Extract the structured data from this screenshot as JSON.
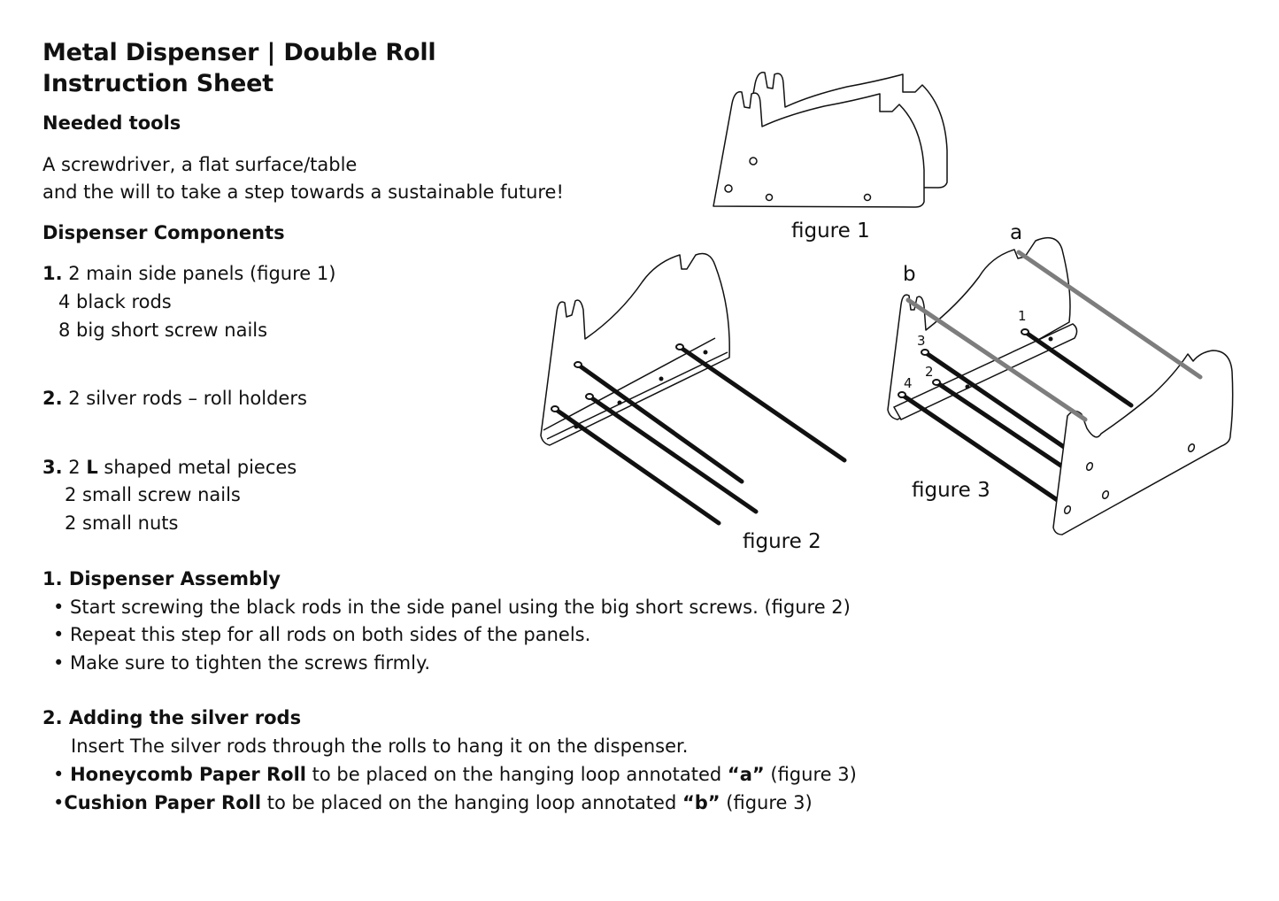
{
  "title_line1": "Metal Dispenser | Double Roll",
  "title_line2": "Instruction Sheet",
  "tools": {
    "heading": "Needed tools",
    "line1": "A screwdriver, a flat surface/table",
    "line2": "and the will to take a step towards a sustainable future!"
  },
  "components": {
    "heading": "Dispenser Components",
    "g1": {
      "num": "1.",
      "first": " 2 main side panels (figure 1)",
      "l2": "4 black rods",
      "l3": "8 big short screw nails"
    },
    "g2": {
      "num": "2.",
      "first": " 2 silver rods – roll holders"
    },
    "g3": {
      "num": "3.",
      "pre": " 2 ",
      "bold": "L",
      "post": " shaped metal pieces",
      "l2": "2 small screw nails",
      "l3": "2 small nuts"
    }
  },
  "assembly": {
    "heading": "1. Dispenser Assembly",
    "bullets": [
      "• Start screwing the black rods in the side panel using the big short screws. (figure 2)",
      "• Repeat this step for all rods on both sides of the panels.",
      "• Make sure to tighten the screws firmly."
    ]
  },
  "silver": {
    "heading": "2. Adding the silver rods",
    "intro": "Insert The silver rods through the rolls to hang it on the dispenser.",
    "b1": {
      "dot": "• ",
      "bold": "Honeycomb Paper Roll",
      "mid": " to be placed on the hanging loop annotated ",
      "key": "“a”",
      "tail": " (figure 3)"
    },
    "b2": {
      "dot": "•",
      "bold": "Cushion Paper Roll",
      "mid": " to be placed on the hanging loop annotated ",
      "key": "“b”",
      "tail": " (figure 3)"
    }
  },
  "figures": {
    "fig1": "figure 1",
    "fig2": "figure 2",
    "fig3": "figure 3",
    "loop_a": "a",
    "loop_b": "b",
    "rod_1": "1",
    "rod_2": "2",
    "rod_3": "3",
    "rod_4": "4"
  }
}
